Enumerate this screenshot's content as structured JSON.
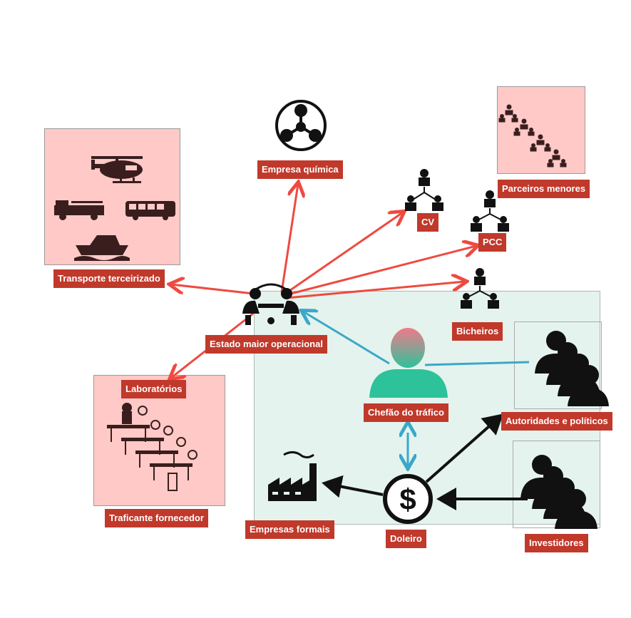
{
  "colors": {
    "label_bg": "#c0392b",
    "label_text": "#ffffff",
    "red_arrow": "#ef4a40",
    "blue_arrow": "#3ba7c9",
    "black_arrow": "#111111",
    "pink_area": "#ffc9c7",
    "teal_area": "#e4f3ee"
  },
  "nodes": {
    "transporte": {
      "label": "Transporte terceirizado",
      "icons": [
        "helicopter-icon",
        "fire-truck-icon",
        "bus-icon",
        "boat-icon"
      ]
    },
    "empresa_quimica": {
      "label": "Empresa química",
      "icon": "hazard-icon"
    },
    "cv": {
      "label": "CV",
      "icon": "org-network-icon"
    },
    "pcc": {
      "label": "PCC",
      "icon": "org-network-icon"
    },
    "parceiros": {
      "label": "Parceiros menores",
      "icon": "org-network-icon"
    },
    "bicheiros": {
      "label": "Bicheiros",
      "icon": "org-network-icon"
    },
    "estado_maior": {
      "label": "Estado maior operacional",
      "icon": "meeting-icon"
    },
    "laboratorios": {
      "label": "Laboratórios",
      "icon": "lab-workers-icon"
    },
    "traficante": {
      "label": "Traficante fornecedor"
    },
    "chefao": {
      "label": "Chefão do tráfico",
      "icon": "boss-person-icon"
    },
    "autoridades": {
      "label": "Autoridades e políticos",
      "icon": "crowd-icon"
    },
    "empresas_formais": {
      "label": "Empresas formais",
      "icon": "factory-icon"
    },
    "doleiro": {
      "label": "Doleiro",
      "icon": "dollar-icon"
    },
    "investidores": {
      "label": "Investidores",
      "icon": "crowd-icon"
    }
  }
}
